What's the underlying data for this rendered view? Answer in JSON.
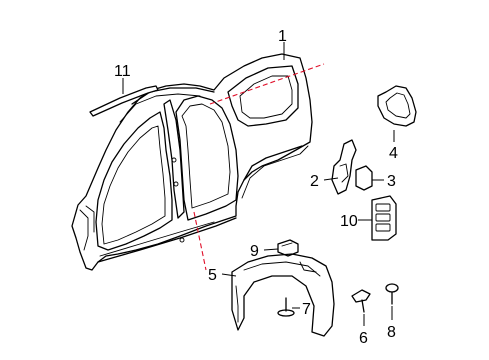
{
  "callouts": {
    "c1": "1",
    "c2": "2",
    "c3": "3",
    "c4": "4",
    "c5": "5",
    "c6": "6",
    "c7": "7",
    "c8": "8",
    "c9": "9",
    "c10": "10",
    "c11": "11"
  },
  "colors": {
    "line": "#000000",
    "cut_line": "#e0102a",
    "background": "#ffffff"
  }
}
